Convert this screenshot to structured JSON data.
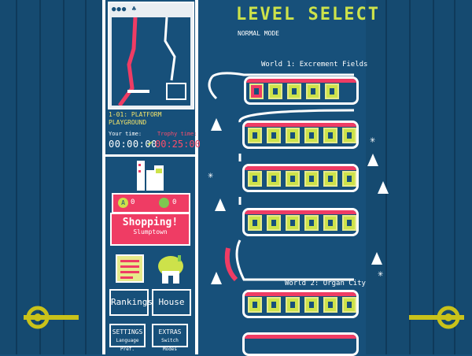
{
  "preview": {
    "dots": "●●● ♣",
    "level_name": "1-01: PLATFORM PLAYGROUND",
    "your_time_label": "Your time:",
    "your_time": "00:00:00",
    "trophy_time_label": "Trophy time:",
    "trophy_time": "00:25:00"
  },
  "shop": {
    "coins_a": "0",
    "coins_b": "0",
    "title": "Shopping!",
    "subtitle": "Slumptown"
  },
  "menu": {
    "rankings": "Rankings",
    "house": "House",
    "settings": "SETTINGS",
    "settings_sub": "Language Pref.",
    "extras": "EXTRAS",
    "extras_sub": "Switch Modes"
  },
  "level_select": {
    "title": "LEVEL SELECT",
    "mode": "NORMAL MODE",
    "world1": "World 1: Excrement Fields",
    "world2": "World 2: Organ City"
  },
  "colors": {
    "background": "#17507a",
    "accent_pink": "#ef3c64",
    "accent_green": "#cde24a",
    "text_yellow": "#f2e36a"
  }
}
